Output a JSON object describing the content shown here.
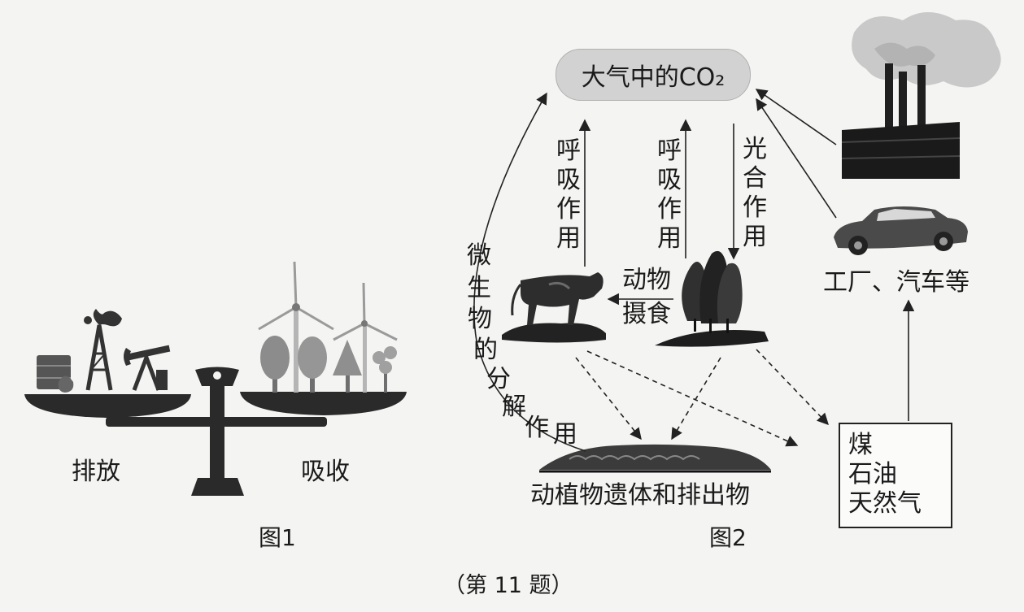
{
  "figure1": {
    "left_label": "排放",
    "right_label": "吸收",
    "caption": "图1"
  },
  "figure2": {
    "atmosphere": "大气中的CO₂",
    "respiration_animal": "呼吸作用",
    "respiration_plant": "呼吸作用",
    "photosynthesis": "光合作用",
    "decomposition": "微生物的分解作用",
    "feeding_line1": "动物",
    "feeding_line2": "摄食",
    "industry": "工厂、汽车等",
    "remains": "动植物遗体和排出物",
    "fossil_fuels": [
      "煤",
      "石油",
      "天然气"
    ],
    "caption": "图2"
  },
  "question_label": "（第 11 题）",
  "icons": [
    "balance-scale-icon",
    "oil-derrick-icon",
    "pumpjack-icon",
    "wind-turbine-icon",
    "tree-icon",
    "cow-icon",
    "factory-icon",
    "car-icon"
  ]
}
